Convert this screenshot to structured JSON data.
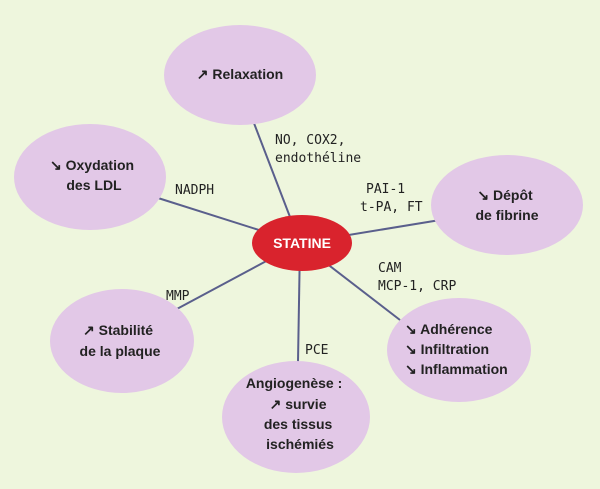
{
  "center": {
    "label": "STATINE"
  },
  "nodes": {
    "relaxation": {
      "lines": [
        "↗ Relaxation"
      ]
    },
    "oxydation": {
      "lines": [
        "↘ Oxydation",
        "des LDL"
      ]
    },
    "fibrine": {
      "lines": [
        "↘ Dépôt",
        "de fibrine"
      ]
    },
    "stabilite": {
      "lines": [
        "↗ Stabilité",
        "de la plaque"
      ]
    },
    "angiogenese": {
      "lines": [
        "Angiogenèse :",
        "↗ survie",
        "des tissus",
        "ischémiés"
      ]
    },
    "adherence": {
      "lines": [
        "↘ Adhérence",
        "↘ Infiltration",
        "↘ Inflammation"
      ]
    }
  },
  "edge_labels": {
    "relaxation": [
      "NO, COX2,",
      "endothéline"
    ],
    "oxydation": [
      "NADPH"
    ],
    "fibrine": [
      "PAI-1",
      "t-PA, FT"
    ],
    "stabilite": [
      "MMP"
    ],
    "angiogenese": [
      "PCE"
    ],
    "adherence": [
      "CAM",
      "MCP-1, CRP"
    ]
  },
  "colors": {
    "background": "#eef6dd",
    "bubble": "#e2c8e7",
    "center": "#d9232d",
    "line": "#5a5f8c"
  }
}
